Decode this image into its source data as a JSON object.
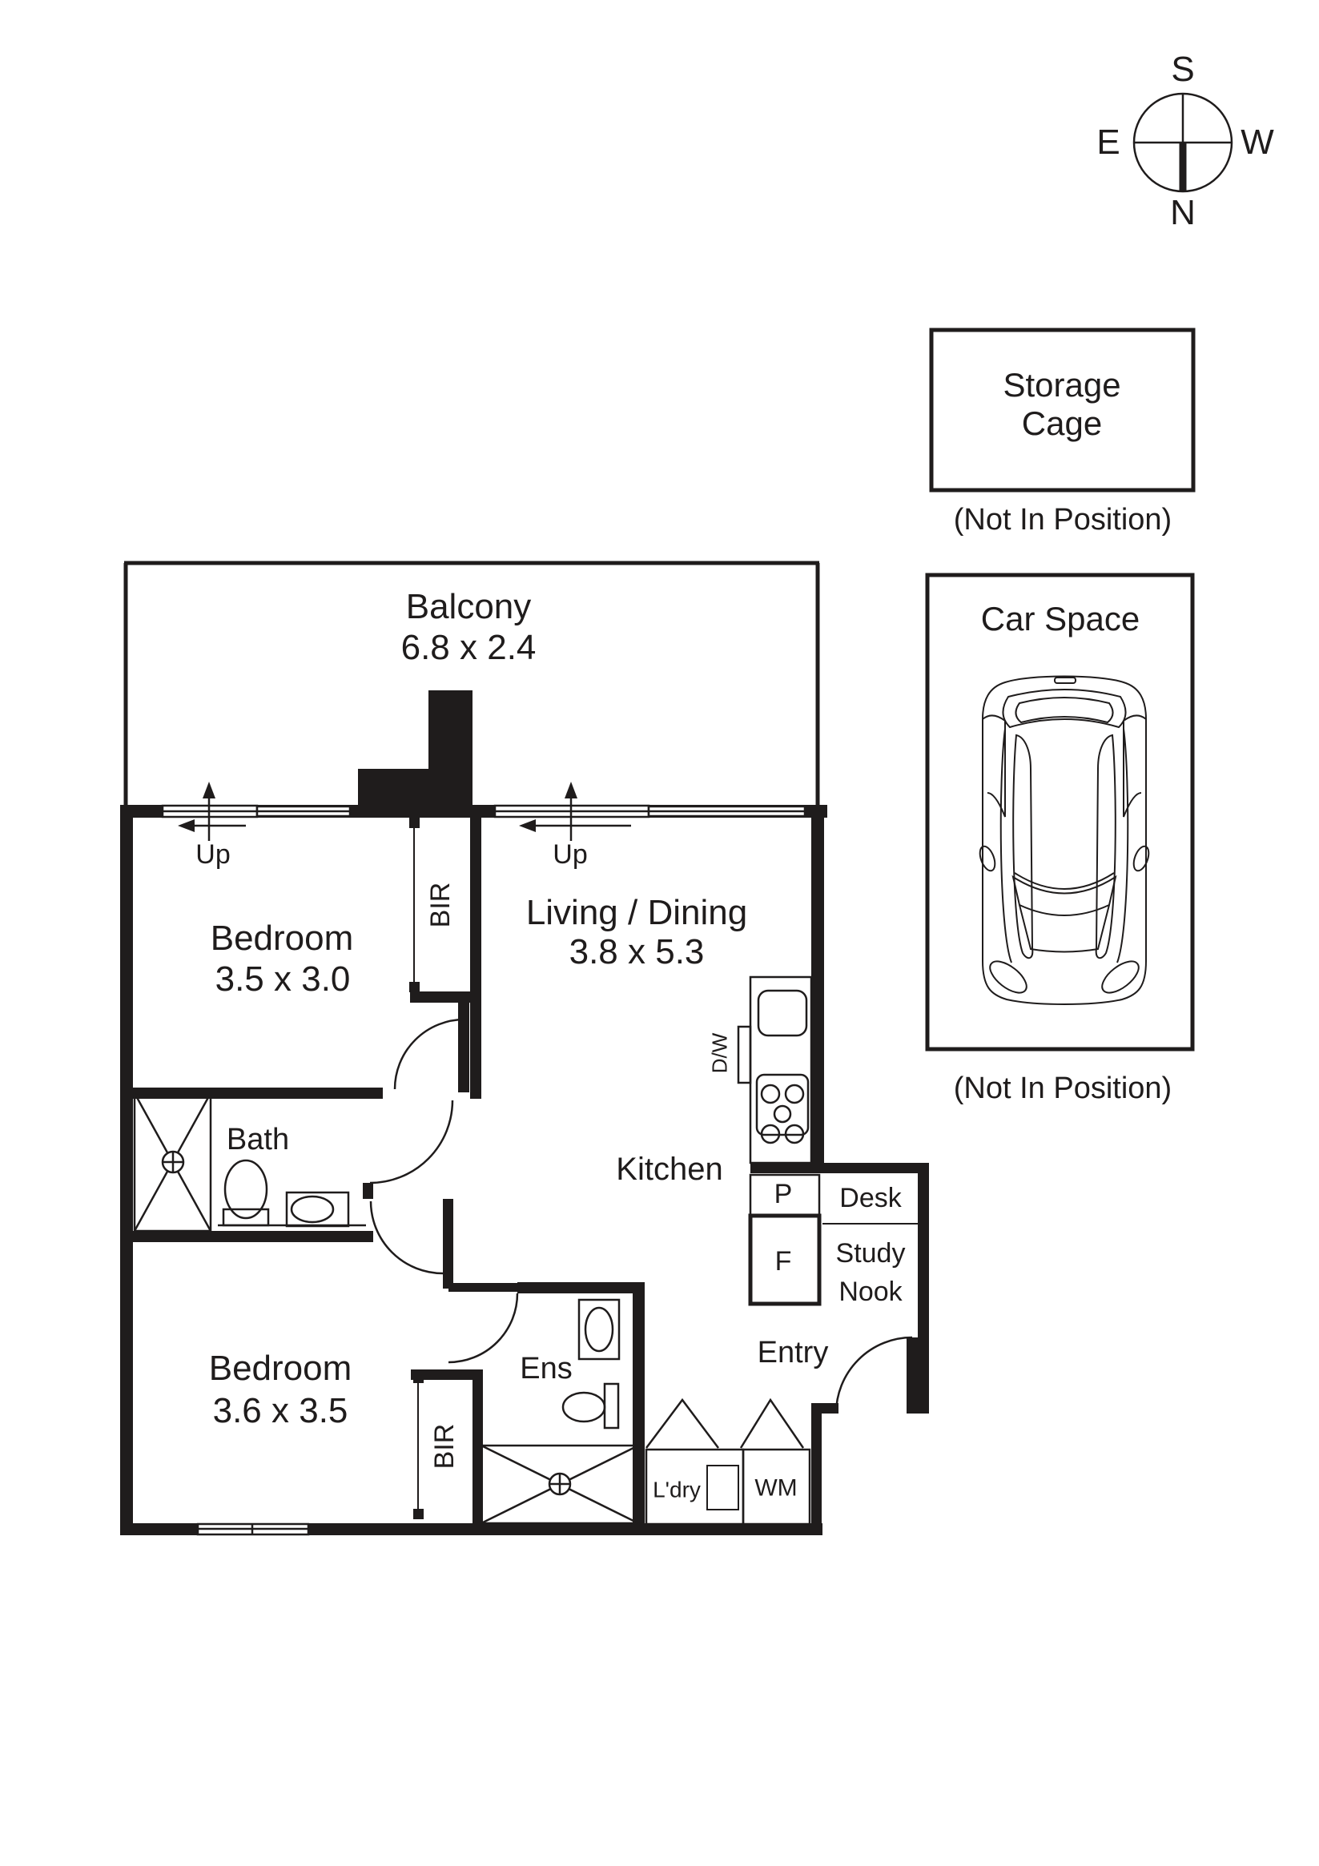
{
  "compass": {
    "south": "S",
    "north": "N",
    "east": "E",
    "west": "W"
  },
  "storage_cage": {
    "title_line1": "Storage",
    "title_line2": "Cage",
    "note": "(Not In Position)"
  },
  "car_space": {
    "title": "Car Space",
    "note": "(Not In Position)"
  },
  "rooms": {
    "balcony": {
      "name": "Balcony",
      "dims": "6.8 x 2.4"
    },
    "bedroom1": {
      "name": "Bedroom",
      "dims": "3.5 x 3.0"
    },
    "living_dining": {
      "name": "Living / Dining",
      "dims": "3.8 x 5.3"
    },
    "bedroom2": {
      "name": "Bedroom",
      "dims": "3.6 x 3.5"
    },
    "bath": {
      "name": "Bath"
    },
    "ensuite": {
      "name": "Ens"
    },
    "kitchen": {
      "name": "Kitchen"
    },
    "entry": {
      "name": "Entry"
    },
    "laundry": {
      "name": "L'dry"
    }
  },
  "fixtures": {
    "bir1": "BIR",
    "bir2": "BIR",
    "dishwasher": "D/W",
    "pantry": "P",
    "fridge": "F",
    "washing_machine": "WM",
    "desk": "Desk",
    "study_nook_line1": "Study",
    "study_nook_line2": "Nook",
    "stairs_up1": "Up",
    "stairs_up2": "Up"
  },
  "colors": {
    "ink": "#1f1c1c",
    "paper": "#ffffff"
  }
}
